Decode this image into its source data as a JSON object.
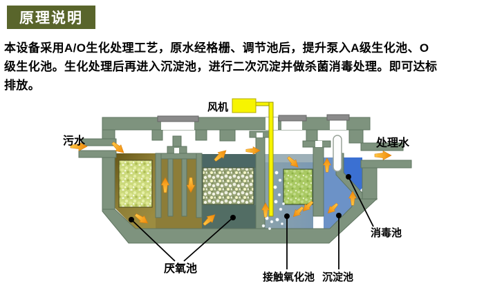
{
  "header": {
    "title": "原理说明"
  },
  "description": {
    "lines": [
      "本设备采用A/O生化处理工艺，原水经格栅、调节池后，提升泵入A级生化池、O",
      "级生化池。生化处理后再进入沉淀池，进行二次沉淀并做杀菌消毒处理。即可达标",
      "排放。"
    ]
  },
  "diagram": {
    "labels": {
      "blower": "风机",
      "sewage_inflow": "污水",
      "treated_water": "处理水",
      "anaerobic_tank": "厌氧池",
      "contact_oxidation_tank": "接触氧化池",
      "sedimentation_tank": "沉淀池",
      "disinfection_tank": "消毒池"
    },
    "colors": {
      "title_badge_bg": "#59652b",
      "tank_wall_sage": "#7e937e",
      "manhole_cap_grey": "#8a8a8a",
      "anaerobic_brown": "#8d7d38",
      "media_green_light": "#cbd97b",
      "media_olive_speckled": "#97a376",
      "media_green": "#a9c963",
      "oxidation_water_blue_grey": "#849cab",
      "sedimentation_blue": "#6c92c7",
      "disinfection_blue": "#3b70d2",
      "aeration_yellow": "#f7f400",
      "flow_arrow_orange": "#f7941d"
    }
  }
}
